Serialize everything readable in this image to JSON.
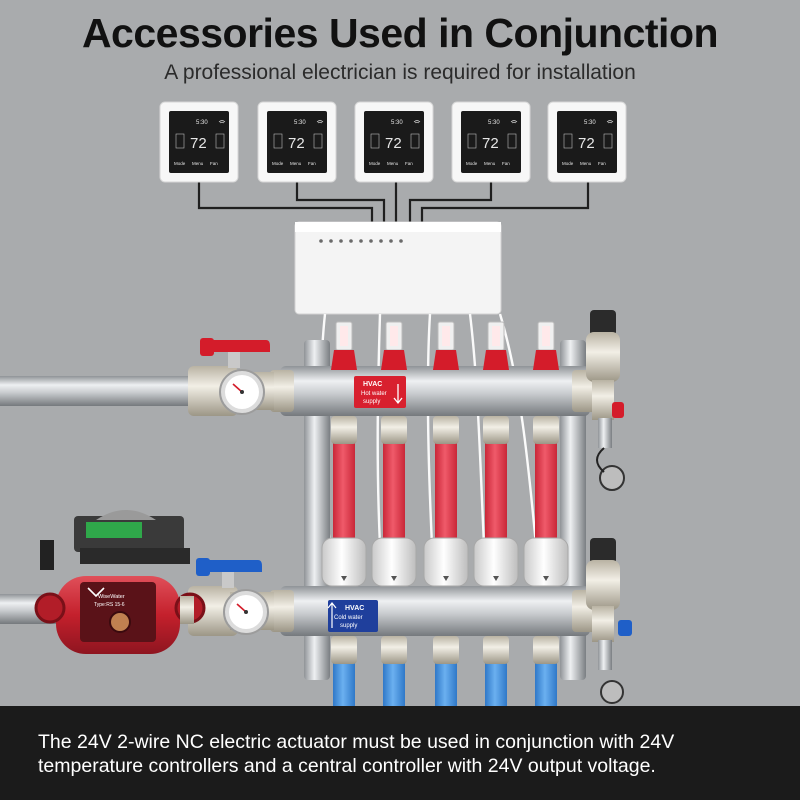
{
  "header": {
    "title": "Accessories Used in Conjunction",
    "subtitle": "A professional electrician is required for installation"
  },
  "thermostats": [
    {
      "time": "5:30",
      "temp": "72",
      "buttons": [
        "Mode",
        "Menu",
        "Fan"
      ]
    },
    {
      "time": "5:30",
      "temp": "72",
      "buttons": [
        "Mode",
        "Menu",
        "Fan"
      ]
    },
    {
      "time": "5:30",
      "temp": "72",
      "buttons": [
        "Mode",
        "Menu",
        "Fan"
      ]
    },
    {
      "time": "5:30",
      "temp": "72",
      "buttons": [
        "Mode",
        "Menu",
        "Fan"
      ]
    },
    {
      "time": "5:30",
      "temp": "72",
      "buttons": [
        "Mode",
        "Menu",
        "Fan"
      ]
    }
  ],
  "manifold": {
    "hot_label": {
      "line1": "HVAC",
      "line2": "Hot water",
      "line3": "supply"
    },
    "cold_label": {
      "line1": "HVAC",
      "line2": "Cold water",
      "line3": "supply"
    }
  },
  "pump": {
    "brand": "WiseWater",
    "model": "Type:RS 15-6"
  },
  "footer": {
    "text": "The 24V 2-wire NC electric actuator must be used in conjunction with 24V temperature controllers and a central controller with 24V output voltage."
  },
  "colors": {
    "background": "#a9abad",
    "hot_pipe": "#e8394d",
    "cold_pipe": "#3f90e0",
    "footer_bg": "#1b1b1b",
    "valve_red": "#d41c2a",
    "valve_blue": "#1f5fc8"
  }
}
